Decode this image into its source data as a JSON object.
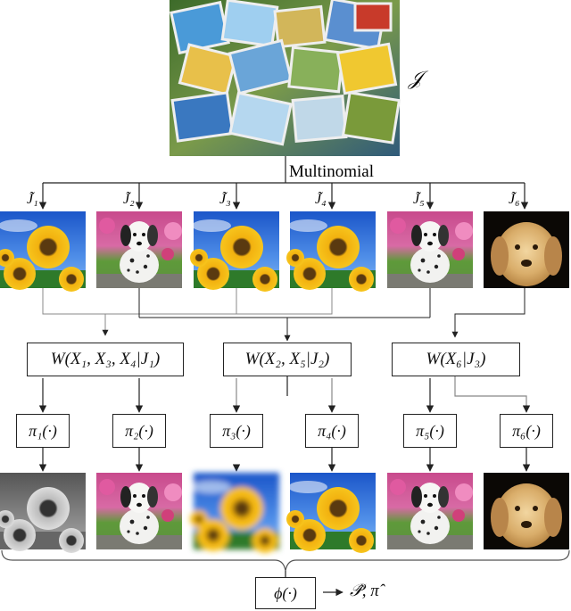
{
  "source_label": "𝒥",
  "split_label": "Multinomial",
  "subsets": [
    "J̃₁",
    "J̃₂",
    "J̃₃",
    "J̃₄",
    "J̃₅",
    "J̃₆"
  ],
  "input_images": [
    "sunflower",
    "dalmatian-puppy",
    "sunflower",
    "sunflower",
    "dalmatian-puppy",
    "golden-retriever-puppy"
  ],
  "conditional_models": [
    "W(X₁, X₃, X₄|J₁)",
    "W(X₂, X₅|J₂)",
    "W(X₆|J₃)"
  ],
  "perturbations": [
    "π₁(·)",
    "π₂(·)",
    "π₃(·)",
    "π₄(·)",
    "π₅(·)",
    "π₆(·)"
  ],
  "output_images": [
    "sunflower-grayscale",
    "dalmatian-puppy",
    "sunflower-blurred",
    "sunflower",
    "dalmatian-puppy",
    "golden-retriever-puppy"
  ],
  "aggregator": "ϕ(·)",
  "outputs": "𝒫̂, π̂"
}
